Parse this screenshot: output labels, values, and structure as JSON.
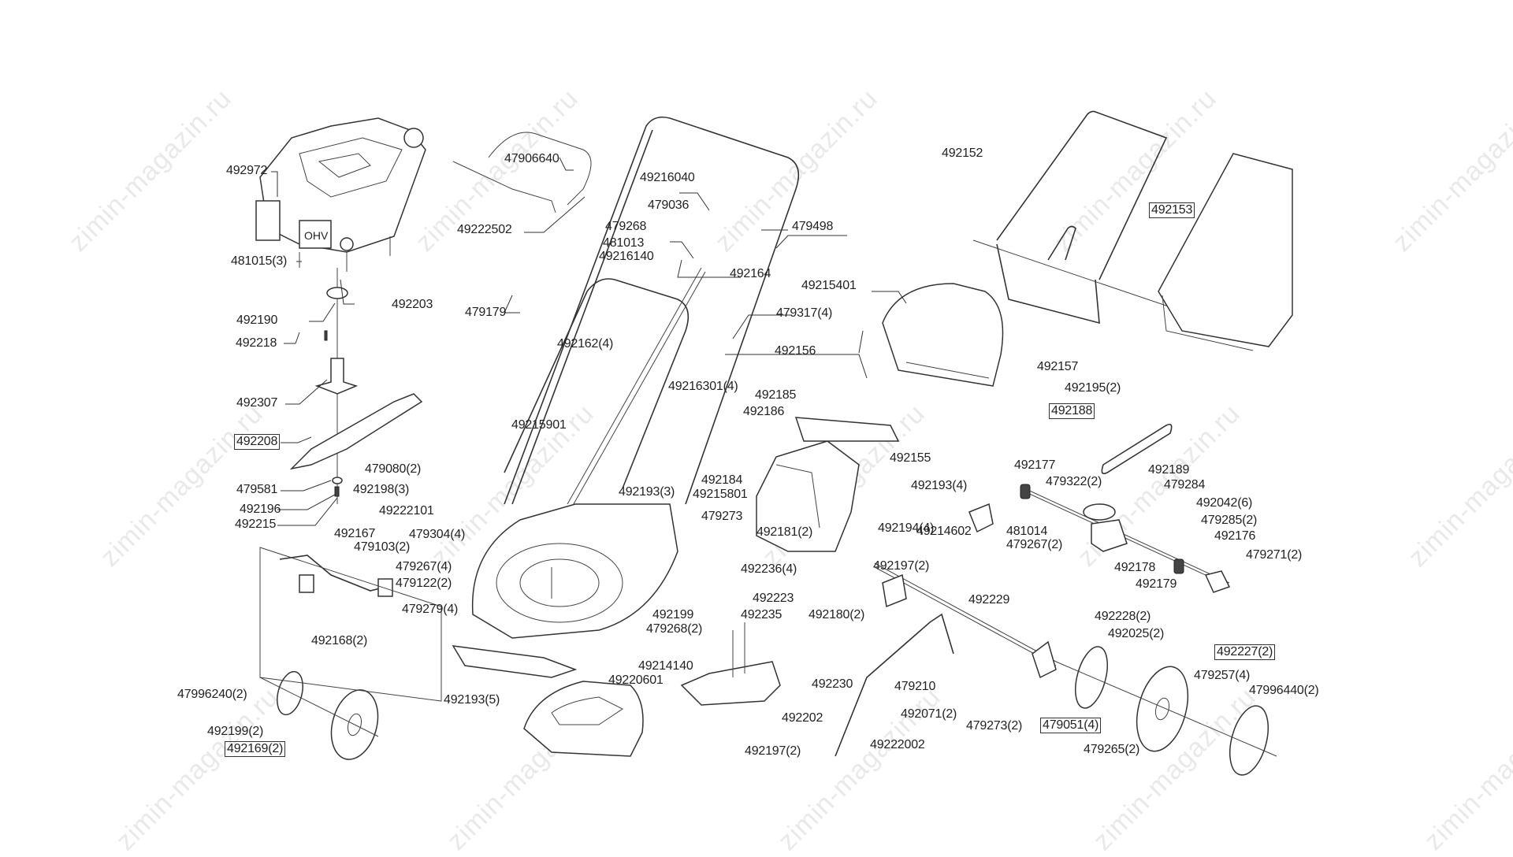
{
  "watermark": "zimin-magazin.ru",
  "labels": [
    {
      "id": "492972",
      "text": "492972",
      "boxed": false
    },
    {
      "id": "481015",
      "text": "481015(3)",
      "boxed": false
    },
    {
      "id": "492203",
      "text": "492203",
      "boxed": false
    },
    {
      "id": "492190",
      "text": "492190",
      "boxed": false
    },
    {
      "id": "492218",
      "text": "492218",
      "boxed": false
    },
    {
      "id": "492307",
      "text": "492307",
      "boxed": false
    },
    {
      "id": "492208",
      "text": "492208",
      "boxed": true
    },
    {
      "id": "479581",
      "text": "479581",
      "boxed": false
    },
    {
      "id": "492196",
      "text": "492196",
      "boxed": false
    },
    {
      "id": "492215",
      "text": "492215",
      "boxed": false
    },
    {
      "id": "47906640",
      "text": "47906640",
      "boxed": false
    },
    {
      "id": "49222502",
      "text": "49222502",
      "boxed": false
    },
    {
      "id": "49216040",
      "text": "49216040",
      "boxed": false
    },
    {
      "id": "479036",
      "text": "479036",
      "boxed": false
    },
    {
      "id": "479268",
      "text": "479268",
      "boxed": false
    },
    {
      "id": "479498",
      "text": "479498",
      "boxed": false
    },
    {
      "id": "481013",
      "text": "481013",
      "boxed": false
    },
    {
      "id": "49216140",
      "text": "49216140",
      "boxed": false
    },
    {
      "id": "492164",
      "text": "492164",
      "boxed": false
    },
    {
      "id": "479179",
      "text": "479179",
      "boxed": false
    },
    {
      "id": "479317",
      "text": "479317(4)",
      "boxed": false
    },
    {
      "id": "492162",
      "text": "492162(4)",
      "boxed": false
    },
    {
      "id": "49216301",
      "text": "49216301(4)",
      "boxed": false
    },
    {
      "id": "49215901",
      "text": "49215901",
      "boxed": false
    },
    {
      "id": "479080",
      "text": "479080(2)",
      "boxed": false
    },
    {
      "id": "492198",
      "text": "492198(3)",
      "boxed": false
    },
    {
      "id": "49222101",
      "text": "49222101",
      "boxed": false
    },
    {
      "id": "492193_3",
      "text": "492193(3)",
      "boxed": false
    },
    {
      "id": "479304",
      "text": "479304(4)",
      "boxed": false
    },
    {
      "id": "492167",
      "text": "492167",
      "boxed": false
    },
    {
      "id": "479103",
      "text": "479103(2)",
      "boxed": false
    },
    {
      "id": "479267_4",
      "text": "479267(4)",
      "boxed": false
    },
    {
      "id": "479122",
      "text": "479122(2)",
      "boxed": false
    },
    {
      "id": "479279",
      "text": "479279(4)",
      "boxed": false
    },
    {
      "id": "492168",
      "text": "492168(2)",
      "boxed": false
    },
    {
      "id": "47996240",
      "text": "47996240(2)",
      "boxed": false
    },
    {
      "id": "492199_2",
      "text": "492199(2)",
      "boxed": false
    },
    {
      "id": "492169",
      "text": "492169(2)",
      "boxed": true
    },
    {
      "id": "492193_5",
      "text": "492193(5)",
      "boxed": false
    },
    {
      "id": "49214140",
      "text": "49214140",
      "boxed": false
    },
    {
      "id": "49220601",
      "text": "49220601",
      "boxed": false
    },
    {
      "id": "492199",
      "text": "492199",
      "boxed": false
    },
    {
      "id": "492235",
      "text": "492235",
      "boxed": false
    },
    {
      "id": "492223",
      "text": "492223",
      "boxed": false
    },
    {
      "id": "479268_2",
      "text": "479268(2)",
      "boxed": false
    },
    {
      "id": "492230",
      "text": "492230",
      "boxed": false
    },
    {
      "id": "492202",
      "text": "492202",
      "boxed": false
    },
    {
      "id": "492197_2b",
      "text": "492197(2)",
      "boxed": false
    },
    {
      "id": "492184",
      "text": "492184",
      "boxed": false
    },
    {
      "id": "49215801",
      "text": "49215801",
      "boxed": false
    },
    {
      "id": "479273",
      "text": "479273",
      "boxed": false
    },
    {
      "id": "492181",
      "text": "492181(2)",
      "boxed": false
    },
    {
      "id": "492236",
      "text": "492236(4)",
      "boxed": false
    },
    {
      "id": "492180",
      "text": "492180(2)",
      "boxed": false
    },
    {
      "id": "49215401",
      "text": "49215401",
      "boxed": false
    },
    {
      "id": "492156",
      "text": "492156",
      "boxed": false
    },
    {
      "id": "492185",
      "text": "492185",
      "boxed": false
    },
    {
      "id": "492186",
      "text": "492186",
      "boxed": false
    },
    {
      "id": "492155",
      "text": "492155",
      "boxed": false
    },
    {
      "id": "492193_4",
      "text": "492193(4)",
      "boxed": false
    },
    {
      "id": "492194",
      "text": "492194(4)",
      "boxed": false
    },
    {
      "id": "49214602",
      "text": "49214602",
      "boxed": false
    },
    {
      "id": "481014",
      "text": "481014",
      "boxed": false
    },
    {
      "id": "479267_2",
      "text": "479267(2)",
      "boxed": false
    },
    {
      "id": "492197_2a",
      "text": "492197(2)",
      "boxed": false
    },
    {
      "id": "492229",
      "text": "492229",
      "boxed": false
    },
    {
      "id": "479210",
      "text": "479210",
      "boxed": false
    },
    {
      "id": "492071",
      "text": "492071(2)",
      "boxed": false
    },
    {
      "id": "479273_2",
      "text": "479273(2)",
      "boxed": false
    },
    {
      "id": "49222002",
      "text": "49222002",
      "boxed": false
    },
    {
      "id": "492152",
      "text": "492152",
      "boxed": false
    },
    {
      "id": "492153",
      "text": "492153",
      "boxed": true
    },
    {
      "id": "492157",
      "text": "492157",
      "boxed": false
    },
    {
      "id": "492195",
      "text": "492195(2)",
      "boxed": false
    },
    {
      "id": "492188",
      "text": "492188",
      "boxed": true
    },
    {
      "id": "492177",
      "text": "492177",
      "boxed": false
    },
    {
      "id": "479322",
      "text": "479322(2)",
      "boxed": false
    },
    {
      "id": "492189",
      "text": "492189",
      "boxed": false
    },
    {
      "id": "479284",
      "text": "479284",
      "boxed": false
    },
    {
      "id": "492042",
      "text": "492042(6)",
      "boxed": false
    },
    {
      "id": "479285",
      "text": "479285(2)",
      "boxed": false
    },
    {
      "id": "492176",
      "text": "492176",
      "boxed": false
    },
    {
      "id": "492178",
      "text": "492178",
      "boxed": false
    },
    {
      "id": "479271",
      "text": "479271(2)",
      "boxed": false
    },
    {
      "id": "492179",
      "text": "492179",
      "boxed": false
    },
    {
      "id": "492228",
      "text": "492228(2)",
      "boxed": false
    },
    {
      "id": "492025",
      "text": "492025(2)",
      "boxed": false
    },
    {
      "id": "492227",
      "text": "492227(2)",
      "boxed": true
    },
    {
      "id": "479257",
      "text": "479257(4)",
      "boxed": false
    },
    {
      "id": "47996440",
      "text": "47996440(2)",
      "boxed": false
    },
    {
      "id": "479051",
      "text": "479051(4)",
      "boxed": true
    },
    {
      "id": "479265",
      "text": "479265(2)",
      "boxed": false
    }
  ]
}
